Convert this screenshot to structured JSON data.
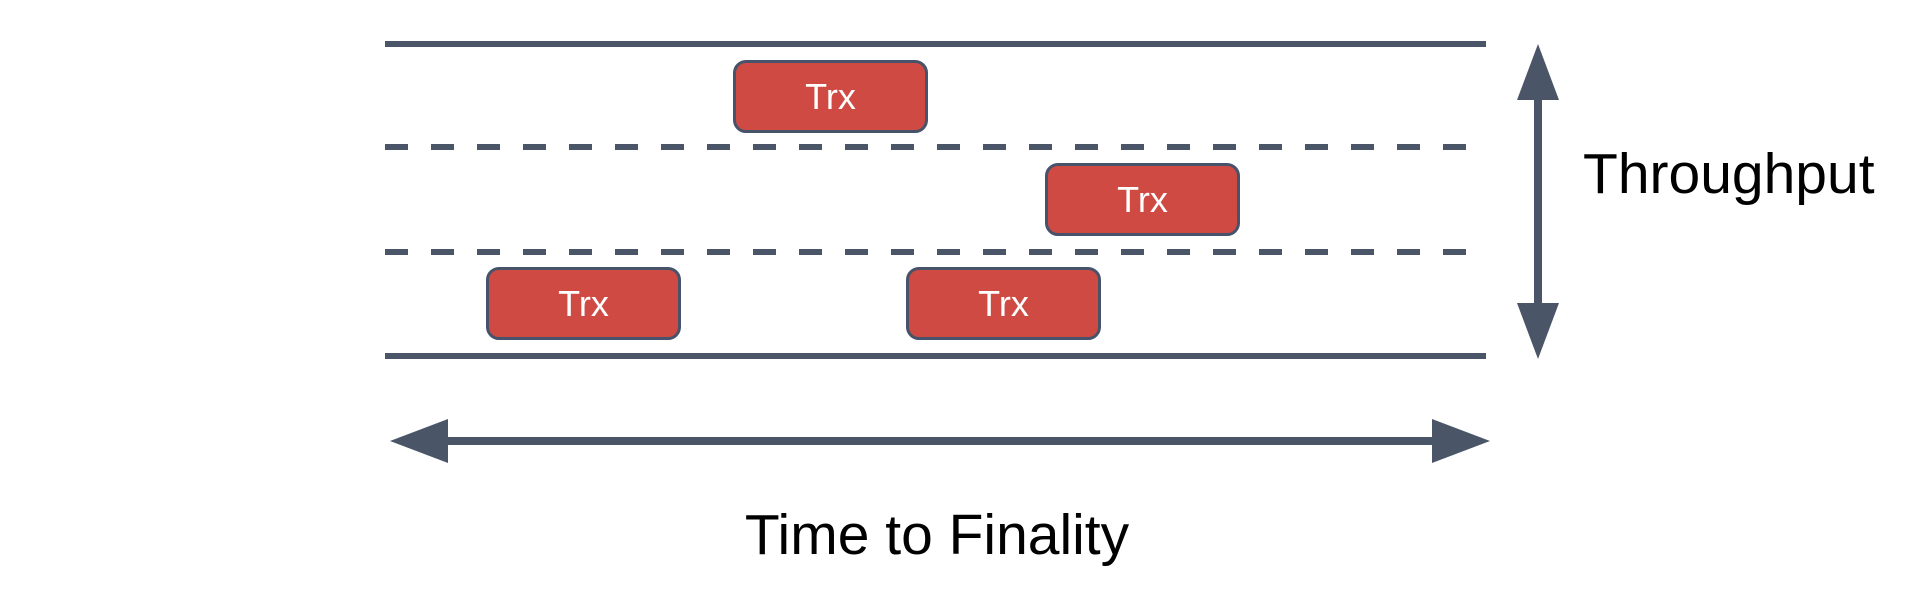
{
  "colors": {
    "background": "#ffffff",
    "slate": "#4a5568",
    "trx_fill": "#cf4a43",
    "trx_border": "#47536a",
    "trx_text": "#ffffff",
    "label_text": "#000000"
  },
  "diagram": {
    "type": "lane-diagram",
    "description": "Road with three lanes holding transaction blocks; vertical axis arrow = throughput, horizontal axis arrow = time to finality",
    "lane_count": 3,
    "transactions": [
      {
        "label": "Trx",
        "lane": "top"
      },
      {
        "label": "Trx",
        "lane": "middle"
      },
      {
        "label": "Trx",
        "lane": "bottom"
      },
      {
        "label": "Trx",
        "lane": "bottom"
      }
    ],
    "vertical_axis_label": "Throughput",
    "horizontal_axis_label": "Time to Finality"
  }
}
